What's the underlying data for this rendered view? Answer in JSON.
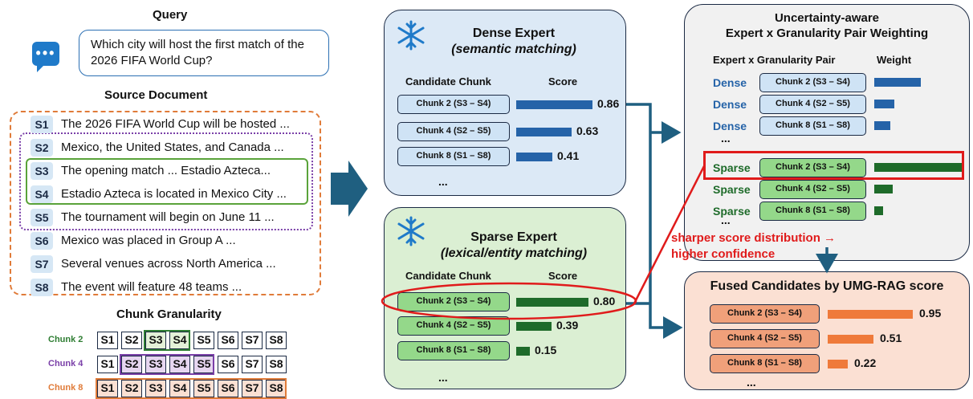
{
  "query": {
    "title": "Query",
    "text_line1": "Which city will host the first match of the",
    "text_line2": "2026 FIFA World Cup?"
  },
  "source_document": {
    "title": "Source Document",
    "sentences": [
      {
        "id": "S1",
        "text": "The 2026 FIFA World Cup will be hosted ..."
      },
      {
        "id": "S2",
        "text": "Mexico, the United States, and Canada ..."
      },
      {
        "id": "S3",
        "text": "The opening match ... Estadio Azteca..."
      },
      {
        "id": "S4",
        "text": "Estadio Azteca is located in Mexico City ..."
      },
      {
        "id": "S5",
        "text": "The tournament will begin on June 11 ..."
      },
      {
        "id": "S6",
        "text": "Mexico was placed in Group A ..."
      },
      {
        "id": "S7",
        "text": "Several venues across North America ..."
      },
      {
        "id": "S8",
        "text": "The event will feature 48 teams ..."
      }
    ]
  },
  "chunk_granularity": {
    "title": "Chunk Granularity",
    "cells": [
      "S1",
      "S2",
      "S3",
      "S4",
      "S5",
      "S6",
      "S7",
      "S8"
    ],
    "rows": [
      {
        "label": "Chunk 2",
        "color": "#2e7d32",
        "highlight": [
          "S3",
          "S4"
        ]
      },
      {
        "label": "Chunk 4",
        "color": "#7a3fa8",
        "highlight": [
          "S2",
          "S3",
          "S4",
          "S5"
        ]
      },
      {
        "label": "Chunk 8",
        "color": "#e07b39",
        "highlight": [
          "S1",
          "S2",
          "S3",
          "S4",
          "S5",
          "S6",
          "S7",
          "S8"
        ]
      }
    ]
  },
  "dense_expert": {
    "title": "Dense Expert",
    "subtitle": "(semantic matching)",
    "col_chunk": "Candidate Chunk",
    "col_score": "Score",
    "rows": [
      {
        "chunk": "Chunk 2 (S3 – S4)",
        "score": 0.86,
        "score_label": "0.86"
      },
      {
        "chunk": "Chunk 4 (S2 – S5)",
        "score": 0.63,
        "score_label": "0.63"
      },
      {
        "chunk": "Chunk 8 (S1 – S8)",
        "score": 0.41,
        "score_label": "0.41"
      }
    ],
    "more": "..."
  },
  "sparse_expert": {
    "title": "Sparse Expert",
    "subtitle": "(lexical/entity matching)",
    "col_chunk": "Candidate Chunk",
    "col_score": "Score",
    "rows": [
      {
        "chunk": "Chunk 2 (S3 – S4)",
        "score": 0.8,
        "score_label": "0.80"
      },
      {
        "chunk": "Chunk 4 (S2 – S5)",
        "score": 0.39,
        "score_label": "0.39"
      },
      {
        "chunk": "Chunk 8 (S1 – S8)",
        "score": 0.15,
        "score_label": "0.15"
      }
    ],
    "more": "..."
  },
  "uncertainty_weighting": {
    "title_line1": "Uncertainty-aware",
    "title_line2": "Expert x Granularity Pair Weighting",
    "col_pair": "Expert x Granularity Pair",
    "col_weight": "Weight",
    "dense_rows": [
      {
        "expert": "Dense",
        "chunk": "Chunk 2 (S3 – S4)",
        "weight": 0.48
      },
      {
        "expert": "Dense",
        "chunk": "Chunk 4 (S2 – S5)",
        "weight": 0.21
      },
      {
        "expert": "Dense",
        "chunk": "Chunk 8 (S1 – S8)",
        "weight": 0.17
      }
    ],
    "sparse_rows": [
      {
        "expert": "Sparse",
        "chunk": "Chunk 2 (S3 – S4)",
        "weight": 0.92
      },
      {
        "expert": "Sparse",
        "chunk": "Chunk 4 (S2 – S5)",
        "weight": 0.19
      },
      {
        "expert": "Sparse",
        "chunk": "Chunk 8 (S1 – S8)",
        "weight": 0.09
      }
    ],
    "more": "..."
  },
  "annotation": {
    "line1": "sharper score distribution →",
    "line2": "higher confidence"
  },
  "fused": {
    "title": "Fused Candidates by UMG-RAG score",
    "rows": [
      {
        "chunk": "Chunk 2 (S3 – S4)",
        "score": 0.95,
        "score_label": "0.95"
      },
      {
        "chunk": "Chunk 4 (S2 – S5)",
        "score": 0.51,
        "score_label": "0.51"
      },
      {
        "chunk": "Chunk 8 (S1 – S8)",
        "score": 0.22,
        "score_label": "0.22"
      }
    ],
    "more": "..."
  },
  "colors": {
    "dense": "#2563a8",
    "sparse": "#1e6b2a",
    "fused": "#ef7a3a",
    "highlight_red": "#e01b1b",
    "arrow": "#1f5f80"
  }
}
